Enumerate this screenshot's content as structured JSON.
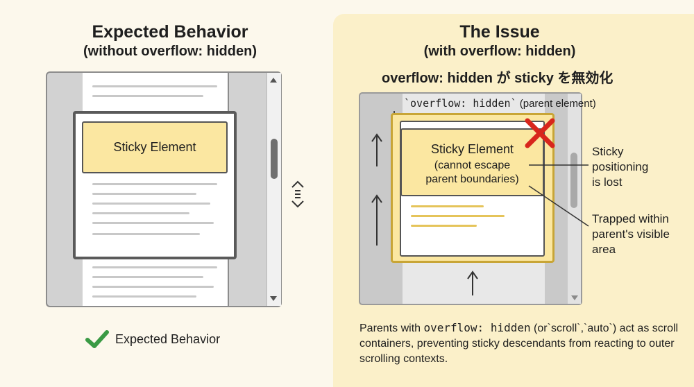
{
  "left": {
    "title": "Expected Behavior",
    "subtitle": "(without overflow: hidden)",
    "sticky_label": "Sticky Element",
    "status_label": "Expected Behavior"
  },
  "right": {
    "title": "The Issue",
    "subtitle": "(with overflow: hidden)",
    "heading": "overflow: hidden が sticky を無効化",
    "parent_label_code": "`overflow: hidden`",
    "parent_label_text": " (parent element)",
    "sticky_line1": "Sticky Element",
    "sticky_line2": "(cannot escape",
    "sticky_line3": "parent boundaries)",
    "note_sticky": [
      "Sticky",
      "positioning",
      "is lost"
    ],
    "note_trapped": [
      "Trapped within",
      "parent's visible",
      "area"
    ],
    "caption_pre": "Parents with ",
    "caption_code": "overflow: hidden",
    "caption_mid": " (or`scroll`,`auto`)",
    "caption_rest": "act as scroll containers, preventing sticky descendants from reacting to outer scrolling contexts."
  },
  "colors": {
    "sticky_fill": "#fbe7a1",
    "panel_bg": "#fbf0c9",
    "check_green": "#3a9a44",
    "error_red": "#d8261c"
  },
  "icons": {
    "status": "check-icon",
    "error": "x-mark-icon",
    "scroll_indicator": "scroll-indicator-icon",
    "arrows": "arrow-up-icon"
  }
}
